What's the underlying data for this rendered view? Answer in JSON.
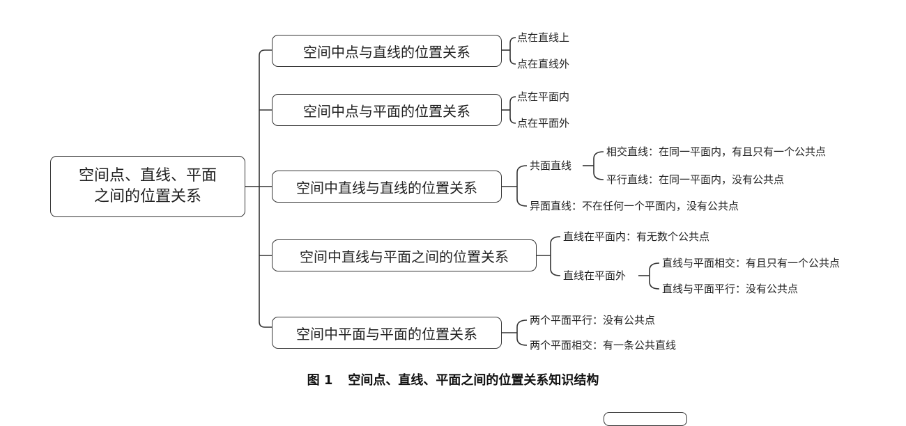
{
  "root": {
    "line1": "空间点、直线、平面",
    "line2": "之间的位置关系"
  },
  "branches": [
    {
      "label": "空间中点与直线的位置关系",
      "items": [
        "点在直线上",
        "点在直线外"
      ]
    },
    {
      "label": "空间中点与平面的位置关系",
      "items": [
        "点在平面内",
        "点在平面外"
      ]
    },
    {
      "label": "空间中直线与直线的位置关系",
      "sub": {
        "label": "共面直线",
        "items": [
          "相交直线：在同一平面内，有且只有一个公共点",
          "平行直线：在同一平面内，没有公共点"
        ]
      },
      "items": [
        "异面直线：不在任何一个平面内，没有公共点"
      ]
    },
    {
      "label": "空间中直线与平面之间的位置关系",
      "items": [
        "直线在平面内：有无数个公共点"
      ],
      "sub": {
        "label": "直线在平面外",
        "items": [
          "直线与平面相交：有且只有一个公共点",
          "直线与平面平行：没有公共点"
        ]
      }
    },
    {
      "label": "空间中平面与平面的位置关系",
      "items": [
        "两个平面平行：没有公共点",
        "两个平面相交：有一条公共直线"
      ]
    }
  ],
  "caption": {
    "number": "图 1",
    "text": "空间点、直线、平面之间的位置关系知识结构"
  }
}
